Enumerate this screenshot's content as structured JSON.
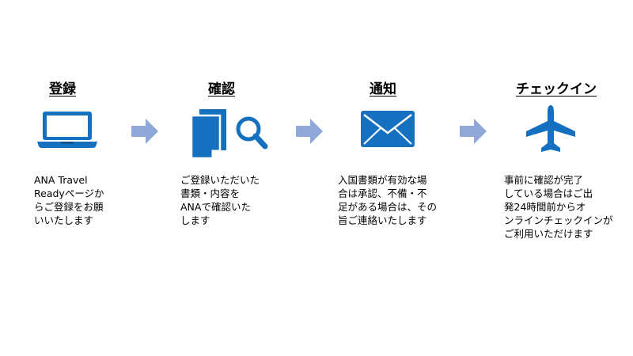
{
  "colors": {
    "icon_blue": "#1570c0",
    "arrow": "#8fa8d8",
    "title": "#000000"
  },
  "steps": [
    {
      "title": "登録",
      "icon": "laptop-icon",
      "desc": [
        "ANA Travel",
        "Readyページか",
        "らご登録をお願",
        "いいたします"
      ]
    },
    {
      "title": "確認",
      "icon": "document-search-icon",
      "desc": [
        "ご登録いただいた",
        "書類・内容を",
        "ANAで確認いた",
        "します"
      ]
    },
    {
      "title": "通知",
      "icon": "envelope-icon",
      "desc": [
        "入国書類が有効な場",
        "合は承認、不備・不",
        "足がある場合は、その",
        "旨ご連絡いたします"
      ]
    },
    {
      "title": "チェックイン",
      "icon": "airplane-icon",
      "desc": [
        "事前に確認が完了",
        "している場合はご出",
        "発24時間前からオ",
        "ンラインチェックインが",
        "ご利用いただけます"
      ]
    }
  ]
}
